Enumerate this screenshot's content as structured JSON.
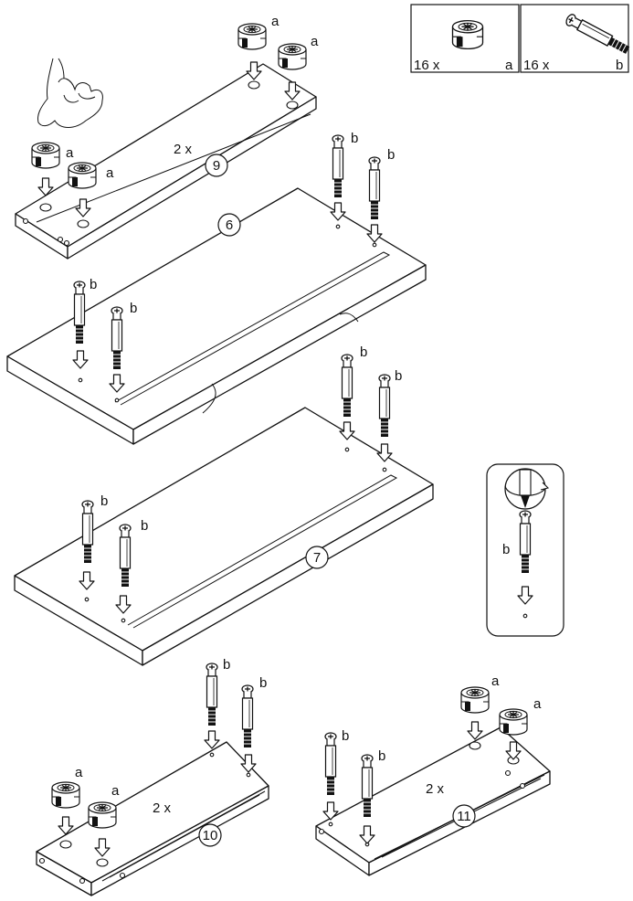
{
  "instruction_page": {
    "parts_box": {
      "part_a": {
        "quantity": "16 x",
        "letter": "a",
        "icon": "cam-lock-fitting"
      },
      "part_b": {
        "quantity": "16 x",
        "letter": "b",
        "icon": "cam-bolt-dowel"
      }
    },
    "hand_icon": "hand-pressing",
    "detail_box": {
      "letter": "b",
      "icon": "screwdriver-rotation"
    },
    "labels": {
      "a": "a",
      "b": "b",
      "qty_2x": "2 x"
    },
    "steps": [
      {
        "panel_number": "9",
        "multiplier": "2 x"
      },
      {
        "panel_number": "6"
      },
      {
        "panel_number": "7"
      },
      {
        "panel_number": "10",
        "multiplier": "2 x"
      },
      {
        "panel_number": "11",
        "multiplier": "2 x"
      }
    ]
  }
}
